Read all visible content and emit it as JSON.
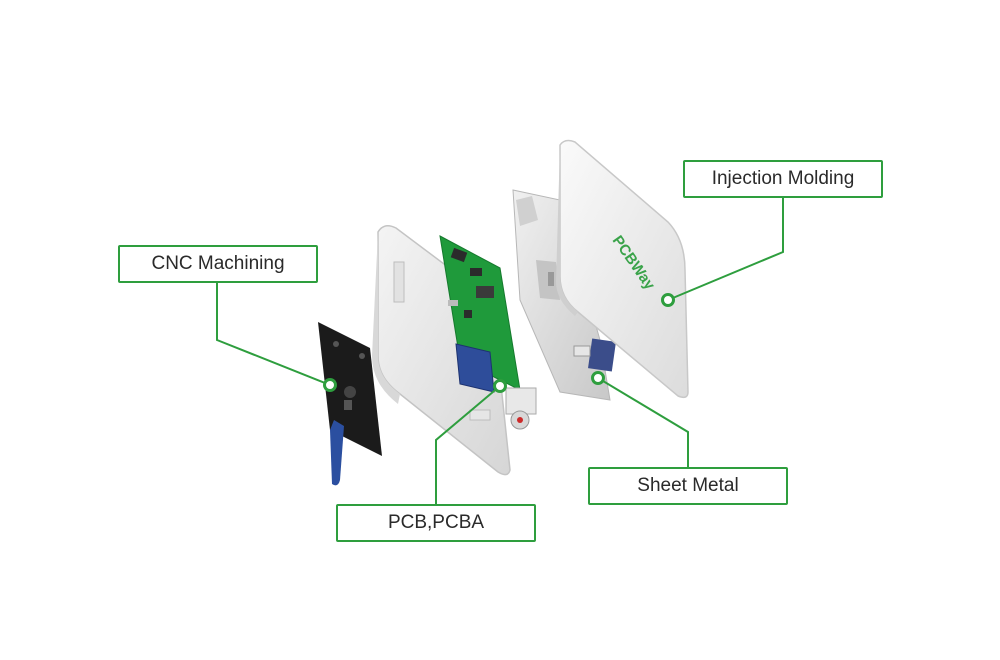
{
  "labels": {
    "cnc": "CNC Machining",
    "injection": "Injection Molding",
    "sheet": "Sheet Metal",
    "pcb": "PCB,PCBA"
  },
  "logo_text": "PCBWay",
  "colors": {
    "accent": "#2e9e3e",
    "pcb_green": "#1f9a3b",
    "cnc_plate": "#1b1b1b",
    "handle_blue": "#2b4fa0",
    "housing": "#efefef"
  }
}
